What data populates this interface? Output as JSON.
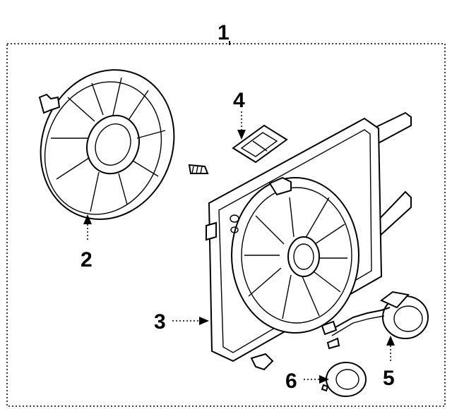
{
  "callouts": [
    {
      "id": "1",
      "label": "1",
      "part": "fan-assembly"
    },
    {
      "id": "2",
      "label": "2",
      "part": "fan-blade"
    },
    {
      "id": "3",
      "label": "3",
      "part": "shroud"
    },
    {
      "id": "4",
      "label": "4",
      "part": "label"
    },
    {
      "id": "5",
      "label": "5",
      "part": "motor"
    },
    {
      "id": "6",
      "label": "6",
      "part": "seal"
    }
  ]
}
